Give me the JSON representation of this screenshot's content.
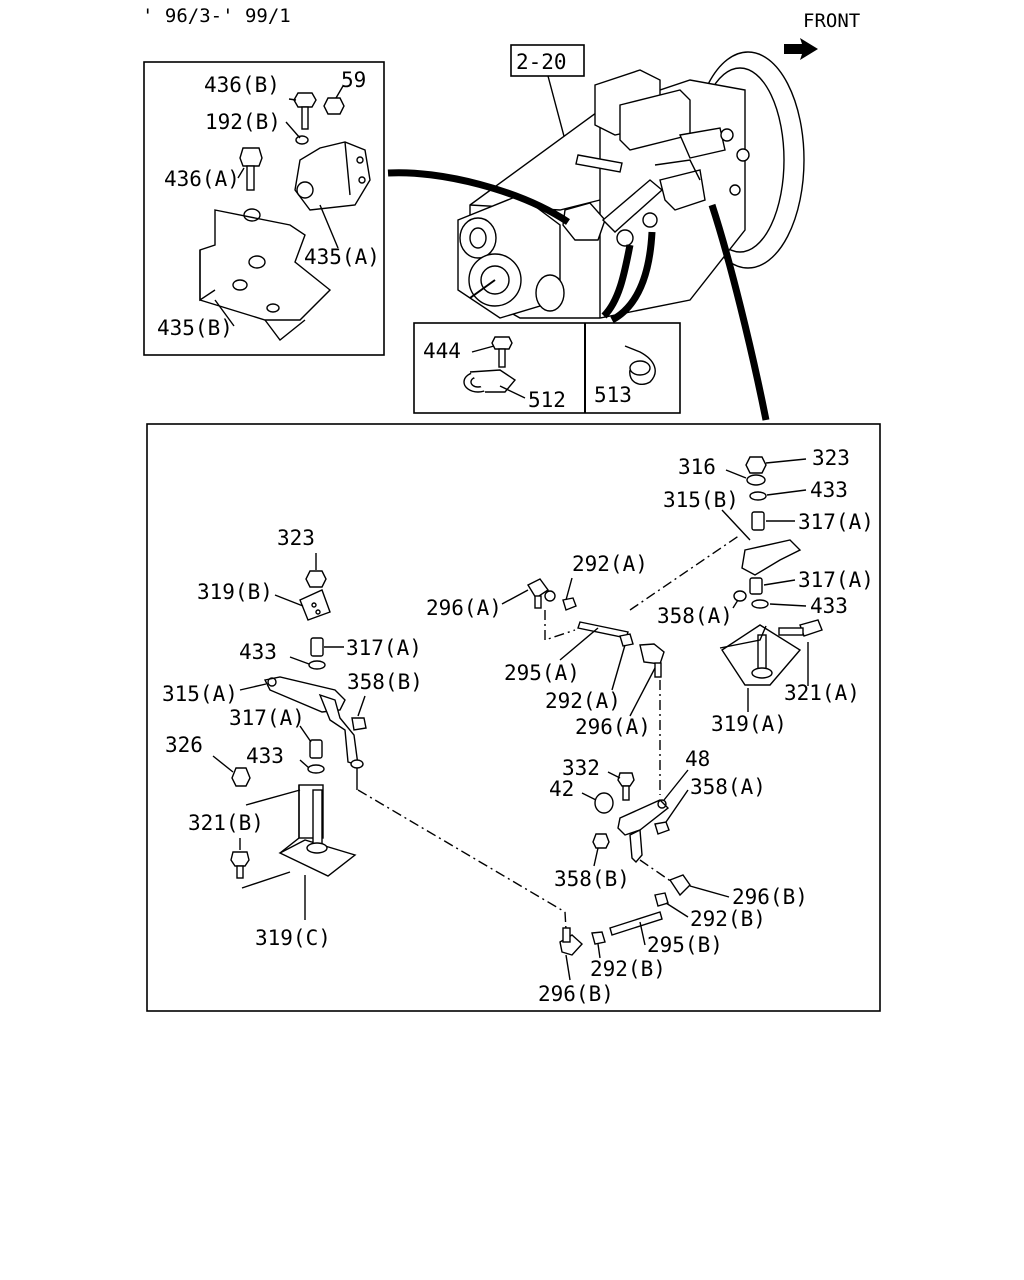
{
  "header": {
    "date_range": "' 96/3-' 99/1",
    "front_label": "FRONT",
    "ref_box": "2-20"
  },
  "labels": {
    "l436b": "436(B)",
    "l59": "59",
    "l192b": "192(B)",
    "l436a": "436(A)",
    "l435a": "435(A)",
    "l435b": "435(B)",
    "l444": "444",
    "l512": "512",
    "l513": "513",
    "l323r": "323",
    "l316": "316",
    "l433r1": "433",
    "l315b": "315(B)",
    "l317a_r1": "317(A)",
    "l317a_r2": "317(A)",
    "l433r2": "433",
    "l358a_r": "358(A)",
    "l321a": "321(A)",
    "l319a": "319(A)",
    "l292a_1": "292(A)",
    "l296a_1": "296(A)",
    "l295a": "295(A)",
    "l292a_2": "292(A)",
    "l296a_2": "296(A)",
    "l323l": "323",
    "l319b": "319(B)",
    "l433l1": "433",
    "l317a_l1": "317(A)",
    "l315a": "315(A)",
    "l358b_l": "358(B)",
    "l317a_l2": "317(A)",
    "l326": "326",
    "l433l2": "433",
    "l321b": "321(B)",
    "l319c": "319(C)",
    "l332": "332",
    "l48": "48",
    "l42": "42",
    "l358a_c": "358(A)",
    "l358b_c": "358(B)",
    "l296b_1": "296(B)",
    "l292b_1": "292(B)",
    "l295b": "295(B)",
    "l292b_2": "292(B)",
    "l296b_2": "296(B)"
  }
}
